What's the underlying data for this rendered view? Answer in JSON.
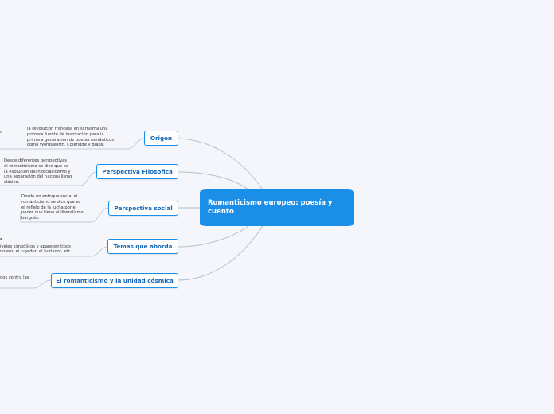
{
  "central": {
    "label": "Romanticismo europeo: poesía y cuento"
  },
  "branches": [
    {
      "label": "Origen"
    },
    {
      "label": "Perspectiva Filosofica"
    },
    {
      "label": "Perspectiva social"
    },
    {
      "label": "Temas que aborda"
    },
    {
      "label": "El romanticismo y la unidad cósmica"
    }
  ],
  "notes": [
    {
      "text": "la revolución francesa en si misma una\n primera fuente de inspiración para la\n primera generación de poetas románticos\ncomo Wordsworth, Coleridge y Blake."
    },
    {
      "text": "Desde diferentes perspectivas\nel romanticismo se dice que es\nla evolucion del neoclasicismo y\nuna separacion del nacionalismo\nclásico."
    },
    {
      "text": "Desde un enfoque social el\nromanticismo se dice que es\nel reflejo de la lucha por el\npoder que tiene el liberalismo\nburgués."
    }
  ],
  "partials": [
    {
      "text": "o"
    },
    {
      "text": "s."
    },
    {
      "text": "iveles simbólicos y aparecen tipos"
    },
    {
      "text": "dolero, el jugador, el burlador, etc."
    },
    {
      "text": "dos contra las"
    }
  ],
  "colors": {
    "background": "#f4f6fc",
    "central_fill": "#1b8ee8",
    "branch_border": "#1b8ee8",
    "branch_text": "#1565b8",
    "connector": "#b9bfc8"
  }
}
